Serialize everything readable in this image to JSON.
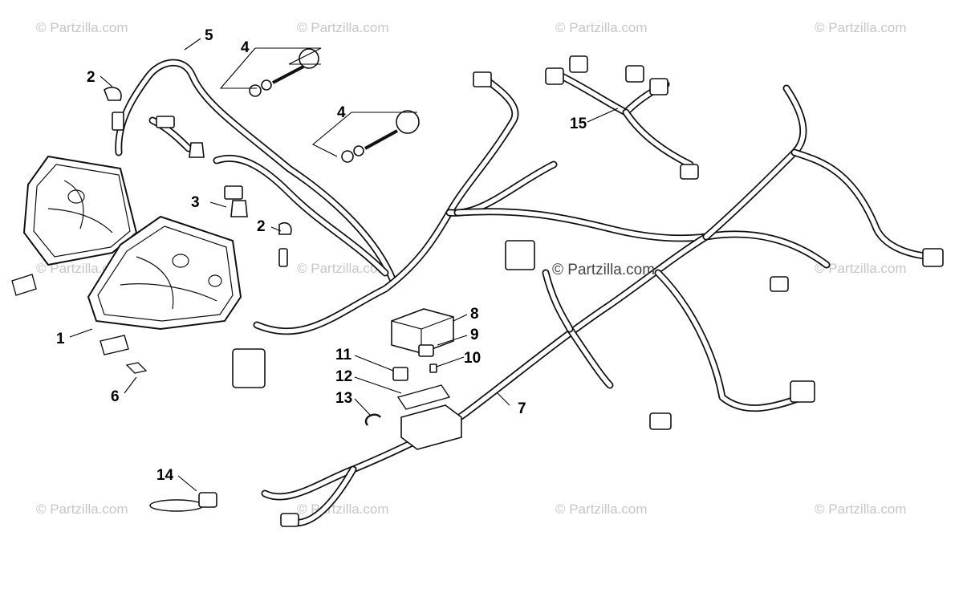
{
  "diagram": {
    "watermark_text": "© Partzilla.com",
    "center_watermark_text": "© Partzilla.com",
    "callouts": [
      {
        "id": "c1",
        "label": "1"
      },
      {
        "id": "c2a",
        "label": "2"
      },
      {
        "id": "c2b",
        "label": "2"
      },
      {
        "id": "c3",
        "label": "3"
      },
      {
        "id": "c4a",
        "label": "4"
      },
      {
        "id": "c4b",
        "label": "4"
      },
      {
        "id": "c5",
        "label": "5"
      },
      {
        "id": "c6",
        "label": "6"
      },
      {
        "id": "c7",
        "label": "7"
      },
      {
        "id": "c8",
        "label": "8"
      },
      {
        "id": "c9",
        "label": "9"
      },
      {
        "id": "c10",
        "label": "10"
      },
      {
        "id": "c11",
        "label": "11"
      },
      {
        "id": "c12",
        "label": "12"
      },
      {
        "id": "c13",
        "label": "13"
      },
      {
        "id": "c14",
        "label": "14"
      },
      {
        "id": "c15",
        "label": "15"
      }
    ]
  }
}
